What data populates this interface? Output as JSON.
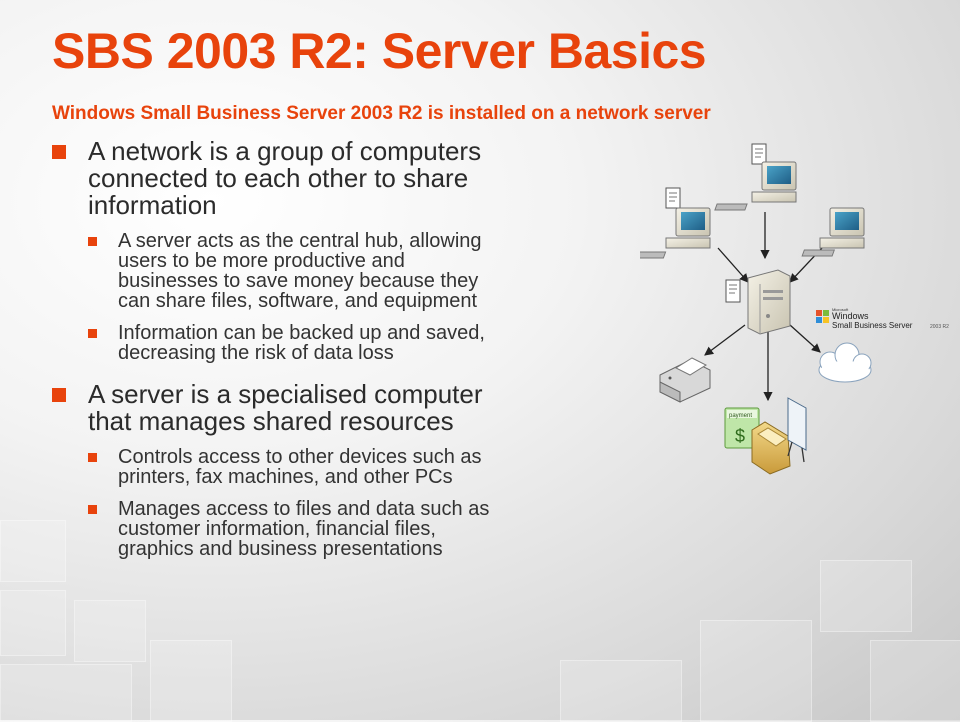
{
  "slide": {
    "title": "SBS 2003 R2: Server Basics",
    "subtitle": "Windows Small Business Server 2003 R2 is installed on a network server"
  },
  "bullets": [
    {
      "text": "A network is a group of computers connected to each other to share information",
      "lines": [
        "A network is a group of computers",
        "connected to each other to share",
        "information"
      ],
      "sub": [
        {
          "text": "A server acts as the central hub, allowing users to be more productive and businesses to save money because they can share files, software, and equipment",
          "lines": [
            "A server acts as the central hub, allowing",
            "users to be more productive and",
            "businesses to save money because they",
            "can share files, software, and equipment"
          ]
        },
        {
          "text": "Information can be backed up and saved, decreasing the risk of data loss",
          "lines": [
            "Information can be backed up and saved,",
            "decreasing the risk of data loss"
          ]
        }
      ]
    },
    {
      "text": "A server is a specialised computer that manages shared resources",
      "lines": [
        "A server is a specialised computer",
        "that manages shared resources"
      ],
      "sub": [
        {
          "text": "Controls access to other devices such as printers, fax machines, and other PCs",
          "lines": [
            "Controls access to other devices such as",
            "printers, fax machines, and other PCs"
          ]
        },
        {
          "text": "Manages access to files and data such as customer information, financial files, graphics and business presentations",
          "lines": [
            "Manages access to files and data such as",
            "customer information, financial files,",
            "graphics and business presentations"
          ]
        }
      ]
    }
  ],
  "diagram": {
    "logo_small": "Microsoft",
    "logo_windows": "Windows",
    "logo_product": "Small Business Server",
    "logo_version": "2003 R2",
    "payment_label": "payment",
    "dollar_sign": "$"
  },
  "colors": {
    "accent": "#E8430C",
    "text": "#2b2b2b"
  }
}
